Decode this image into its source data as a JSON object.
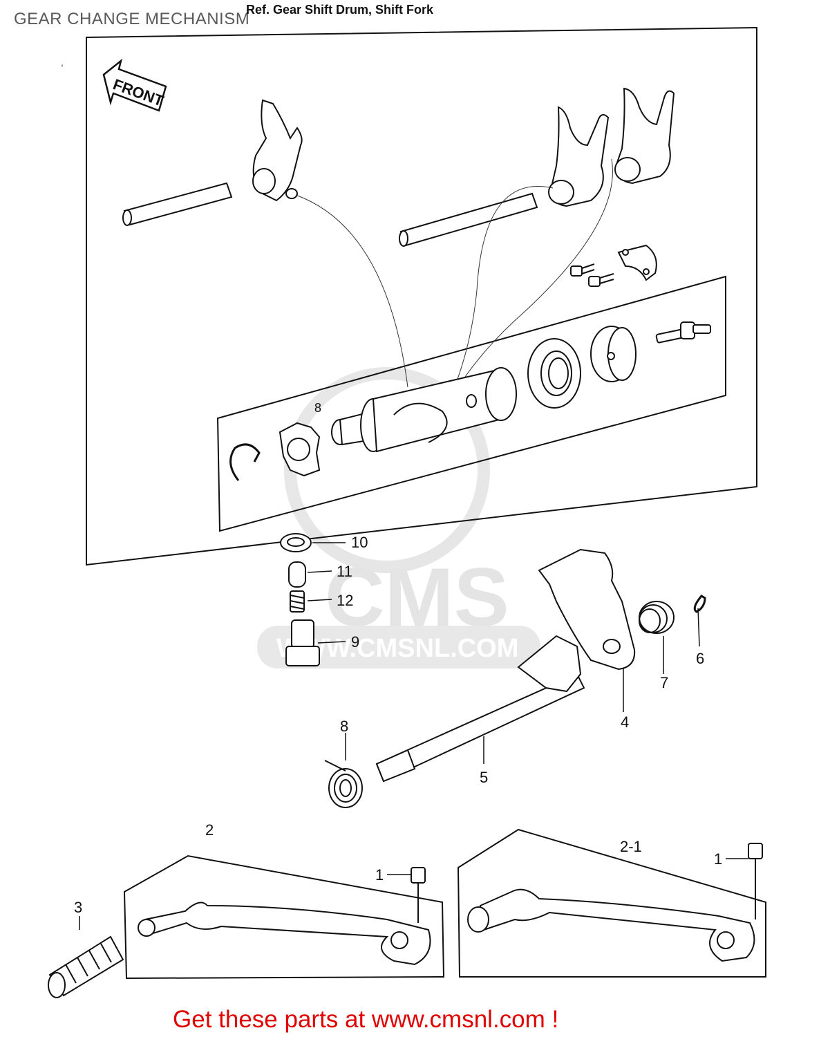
{
  "header": {
    "title": "GEAR CHANGE MECHANISM",
    "reference": "Ref. Gear Shift Drum, Shift Fork"
  },
  "diagram": {
    "front_label": "FRONT",
    "callouts": [
      {
        "id": "c1",
        "label": "1"
      },
      {
        "id": "c1b",
        "label": "1"
      },
      {
        "id": "c2",
        "label": "2"
      },
      {
        "id": "c2-1",
        "label": "2-1"
      },
      {
        "id": "c3",
        "label": "3"
      },
      {
        "id": "c4",
        "label": "4"
      },
      {
        "id": "c5",
        "label": "5"
      },
      {
        "id": "c6",
        "label": "6"
      },
      {
        "id": "c7",
        "label": "7"
      },
      {
        "id": "c8",
        "label": "8"
      },
      {
        "id": "c9",
        "label": "9"
      },
      {
        "id": "c10",
        "label": "10"
      },
      {
        "id": "c11",
        "label": "11"
      },
      {
        "id": "c12",
        "label": "12"
      },
      {
        "id": "c8b",
        "label": "8"
      }
    ]
  },
  "watermark": {
    "brand": "CMS",
    "url": "WWW.CMSNL.COM"
  },
  "footer": {
    "promo": "Get these parts at www.cmsnl.com !"
  },
  "colors": {
    "promo": "#e00000",
    "title": "#5a5a5a",
    "line": "#111111",
    "watermark": "#e2e2e2"
  }
}
